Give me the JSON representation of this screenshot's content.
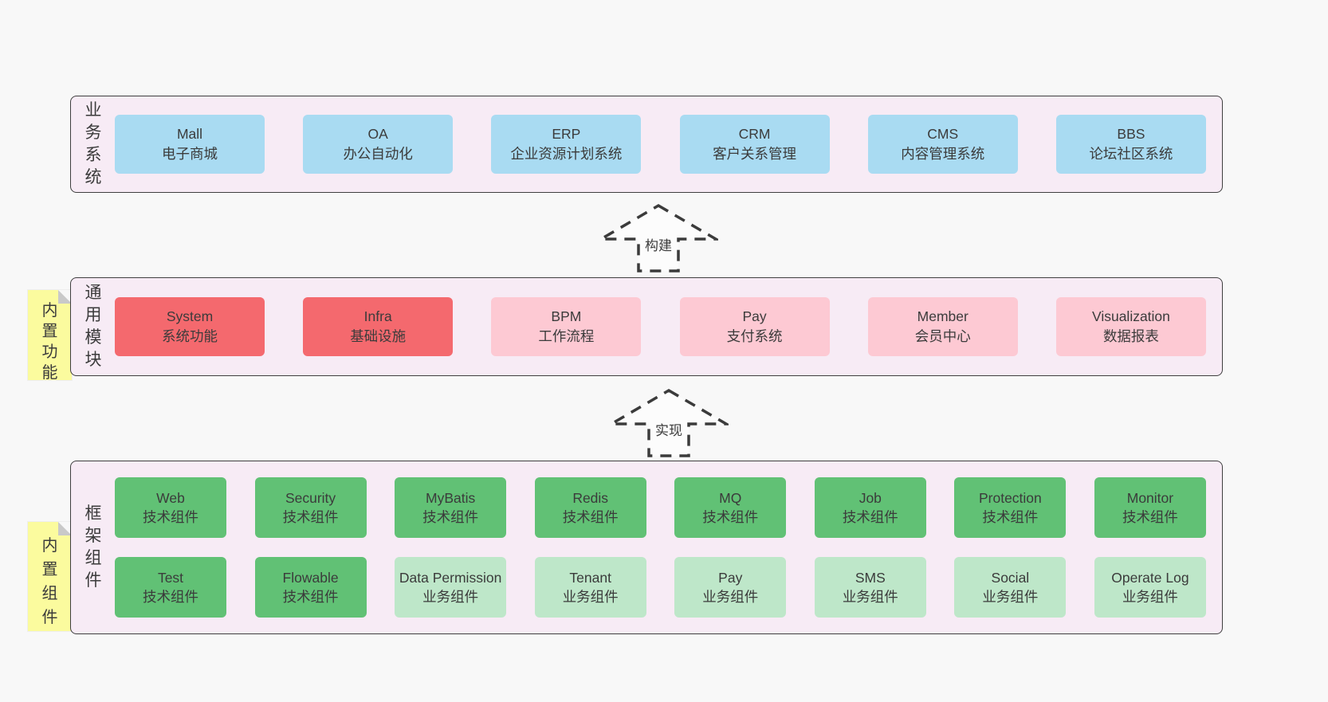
{
  "diagram": {
    "arrows": [
      {
        "label": "构建"
      },
      {
        "label": "实现"
      }
    ],
    "layers": {
      "business": {
        "side_label": "业务系统",
        "boxes": [
          {
            "title": "Mall",
            "subtitle": "电子商城"
          },
          {
            "title": "OA",
            "subtitle": "办公自动化"
          },
          {
            "title": "ERP",
            "subtitle": "企业资源计划系统"
          },
          {
            "title": "CRM",
            "subtitle": "客户关系管理"
          },
          {
            "title": "CMS",
            "subtitle": "内容管理系统"
          },
          {
            "title": "BBS",
            "subtitle": "论坛社区系统"
          }
        ]
      },
      "modules": {
        "side_label": "通用模块",
        "sticky_note": "内置功能",
        "boxes": [
          {
            "title": "System",
            "subtitle": "系统功能",
            "variant": "red"
          },
          {
            "title": "Infra",
            "subtitle": "基础设施",
            "variant": "red"
          },
          {
            "title": "BPM",
            "subtitle": "工作流程",
            "variant": "pink"
          },
          {
            "title": "Pay",
            "subtitle": "支付系统",
            "variant": "pink"
          },
          {
            "title": "Member",
            "subtitle": "会员中心",
            "variant": "pink"
          },
          {
            "title": "Visualization",
            "subtitle": "数据报表",
            "variant": "pink"
          }
        ]
      },
      "components": {
        "side_label": "框架组件",
        "sticky_note": "内置组件",
        "rows": [
          [
            {
              "title": "Web",
              "subtitle": "技术组件",
              "variant": "green"
            },
            {
              "title": "Security",
              "subtitle": "技术组件",
              "variant": "green"
            },
            {
              "title": "MyBatis",
              "subtitle": "技术组件",
              "variant": "green"
            },
            {
              "title": "Redis",
              "subtitle": "技术组件",
              "variant": "green"
            },
            {
              "title": "MQ",
              "subtitle": "技术组件",
              "variant": "green"
            },
            {
              "title": "Job",
              "subtitle": "技术组件",
              "variant": "green"
            },
            {
              "title": "Protection",
              "subtitle": "技术组件",
              "variant": "green"
            },
            {
              "title": "Monitor",
              "subtitle": "技术组件",
              "variant": "green"
            }
          ],
          [
            {
              "title": "Test",
              "subtitle": "技术组件",
              "variant": "green"
            },
            {
              "title": "Flowable",
              "subtitle": "技术组件",
              "variant": "green"
            },
            {
              "title": "Data Permission",
              "subtitle": "业务组件",
              "variant": "green-light"
            },
            {
              "title": "Tenant",
              "subtitle": "业务组件",
              "variant": "green-light"
            },
            {
              "title": "Pay",
              "subtitle": "业务组件",
              "variant": "green-light"
            },
            {
              "title": "SMS",
              "subtitle": "业务组件",
              "variant": "green-light"
            },
            {
              "title": "Social",
              "subtitle": "业务组件",
              "variant": "green-light"
            },
            {
              "title": "Operate Log",
              "subtitle": "业务组件",
              "variant": "green-light"
            }
          ]
        ]
      }
    },
    "colors": {
      "page_bg": "#F8F8F8",
      "layer_bg": "#F7EBF5",
      "layer_border": "#3F3F3F",
      "box_blue": "#A9DBF2",
      "box_red": "#F4696E",
      "box_pink": "#FDC9D3",
      "box_green": "#61C175",
      "box_green_light": "#BEE7C9",
      "sticky_bg": "#FBFB9E",
      "sticky_fold": "#C9C9C9",
      "arrow_line": "#3B3B3B",
      "arrow_fill": "#FCFCFC",
      "text": "#3B3B3B"
    }
  }
}
